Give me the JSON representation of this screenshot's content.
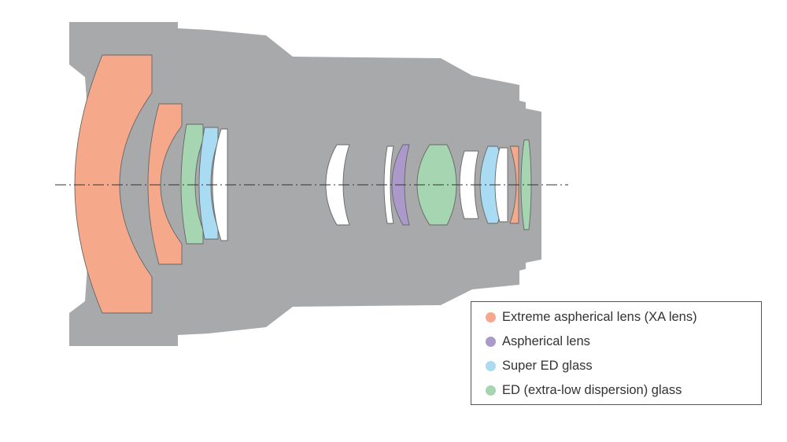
{
  "legend": {
    "items": [
      {
        "label": "Extreme aspherical lens (XA lens)",
        "color": "#f5a88a"
      },
      {
        "label": "Aspherical lens",
        "color": "#ab99cc"
      },
      {
        "label": "Super ED glass",
        "color": "#a9dbf2"
      },
      {
        "label": "ED (extra-low dispersion) glass",
        "color": "#a5d6b1"
      }
    ]
  },
  "colors": {
    "barrel": "#a8a9ab",
    "background": "#ffffff",
    "normal_glass": "#ffffff",
    "lens_outline": "#666666",
    "optical_axis": "#333333"
  },
  "lens_elements": [
    {
      "type": "Extreme aspherical lens (XA lens)",
      "color_key": 0
    },
    {
      "type": "Extreme aspherical lens (XA lens)",
      "color_key": 0
    },
    {
      "type": "ED (extra-low dispersion) glass",
      "color_key": 3
    },
    {
      "type": "Super ED glass",
      "color_key": 2
    },
    {
      "type": "Standard glass",
      "color_key": -1
    },
    {
      "type": "Standard glass",
      "color_key": -1
    },
    {
      "type": "Standard glass",
      "color_key": -1
    },
    {
      "type": "Aspherical lens",
      "color_key": 1
    },
    {
      "type": "ED (extra-low dispersion) glass",
      "color_key": 3
    },
    {
      "type": "Standard glass",
      "color_key": -1
    },
    {
      "type": "Super ED glass",
      "color_key": 2
    },
    {
      "type": "Standard glass",
      "color_key": -1
    },
    {
      "type": "Extreme aspherical lens (XA lens)",
      "color_key": 0
    },
    {
      "type": "ED (extra-low dispersion) glass",
      "color_key": 3
    }
  ]
}
